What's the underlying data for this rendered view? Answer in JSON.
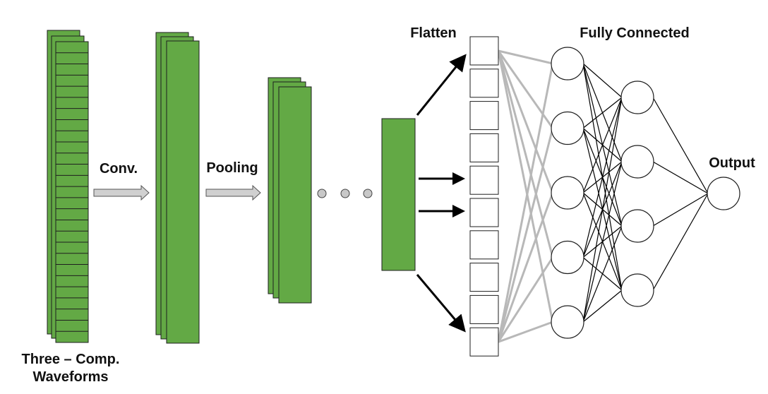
{
  "labels": {
    "input_line1": "Three – Comp.",
    "input_line2": "Waveforms",
    "conv": "Conv.",
    "pooling": "Pooling",
    "flatten": "Flatten",
    "fully_connected": "Fully Connected",
    "output": "Output"
  },
  "colors": {
    "feature_map": "#63a945",
    "connection_flatten": "#b8b8b8",
    "connection_dense": "#000000"
  },
  "structure": {
    "input_rows": 27,
    "flatten_units": 10,
    "hidden_layer_1_nodes": 5,
    "hidden_layer_2_nodes": 4,
    "output_nodes": 1,
    "ellipsis_dots": 3
  }
}
